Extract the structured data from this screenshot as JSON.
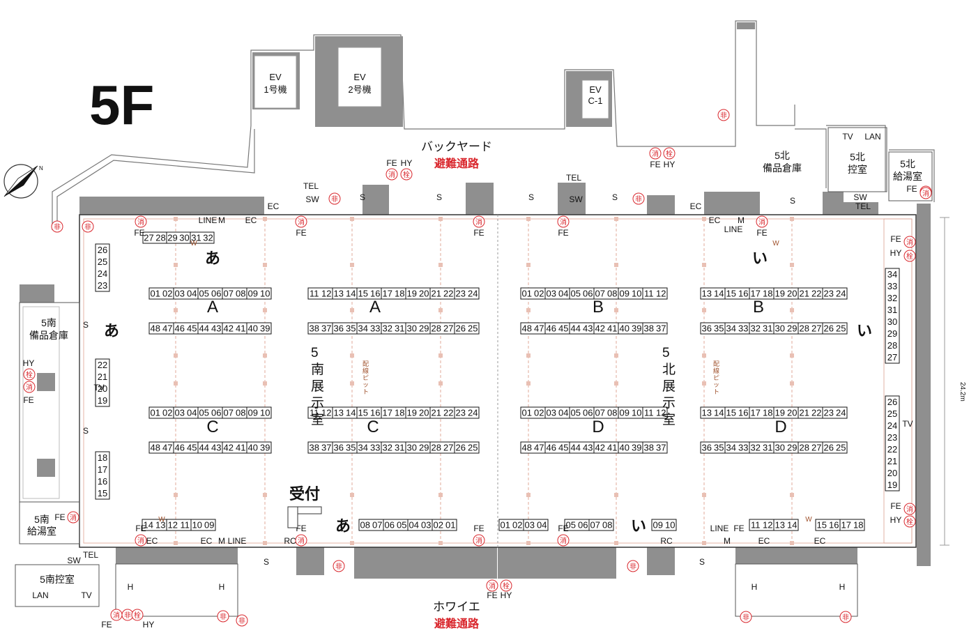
{
  "floor_label": "5F",
  "compass_label": "N",
  "elevators": {
    "ev1": [
      "EV",
      "1号機"
    ],
    "ev2": [
      "EV",
      "2号機"
    ],
    "evc": [
      "EV",
      "C-1"
    ]
  },
  "backyard": {
    "name": "バックヤード",
    "route": "避難通路"
  },
  "foyer": {
    "name": "ホワイエ",
    "route": "避難通路"
  },
  "south_hall": "5南展示室",
  "north_hall": "5北展示室",
  "wiring_pit": "配線ピット",
  "reception": "受付",
  "rooms": {
    "south_storage": [
      "5南",
      "備品倉庫"
    ],
    "south_kitchen": [
      "5南",
      "給湯室"
    ],
    "south_control": "5南控室",
    "north_storage": [
      "5北",
      "備品倉庫"
    ],
    "north_control": [
      "5北",
      "控室"
    ],
    "north_kitchen": [
      "5北",
      "給湯室"
    ]
  },
  "dimension": "24.2m",
  "symbols": {
    "exit": "非",
    "extinguisher": "消",
    "hydrant": "栓",
    "FE": "FE",
    "HY": "HY",
    "EC": "EC",
    "S": "S",
    "SW": "SW",
    "TEL": "TEL",
    "TV": "TV",
    "LAN": "LAN",
    "LINE": "LINE",
    "M": "M",
    "RC": "RC",
    "W": "W",
    "H": "H"
  },
  "zones": {
    "A": "A",
    "B": "B",
    "C": "C",
    "D": "D",
    "a": "あ",
    "i": "い"
  },
  "booth_rows": [
    {
      "id": "top-south",
      "booths": [
        "27",
        "28",
        "29",
        "30",
        "31",
        "32"
      ]
    },
    {
      "id": "a-left-upper",
      "booths": [
        "01",
        "02",
        "03",
        "04",
        "05",
        "06",
        "07",
        "08",
        "09",
        "10"
      ]
    },
    {
      "id": "a-right-upper",
      "booths": [
        "11",
        "12",
        "13",
        "14",
        "15",
        "16",
        "17",
        "18",
        "19",
        "20",
        "21",
        "22",
        "23",
        "24"
      ]
    },
    {
      "id": "b-left-upper",
      "booths": [
        "01",
        "02",
        "03",
        "04",
        "05",
        "06",
        "07",
        "08",
        "09",
        "10",
        "11",
        "12"
      ]
    },
    {
      "id": "b-right-upper",
      "booths": [
        "13",
        "14",
        "15",
        "16",
        "17",
        "18",
        "19",
        "20",
        "21",
        "22",
        "23",
        "24"
      ]
    },
    {
      "id": "a-left-lower",
      "booths": [
        "48",
        "47",
        "46",
        "45",
        "44",
        "43",
        "42",
        "41",
        "40",
        "39"
      ]
    },
    {
      "id": "a-right-lower",
      "booths": [
        "38",
        "37",
        "36",
        "35",
        "34",
        "33",
        "32",
        "31",
        "30",
        "29",
        "28",
        "27",
        "26",
        "25"
      ]
    },
    {
      "id": "b-left-lower",
      "booths": [
        "48",
        "47",
        "46",
        "45",
        "44",
        "43",
        "42",
        "41",
        "40",
        "39",
        "38",
        "37"
      ]
    },
    {
      "id": "b-right-lower",
      "booths": [
        "36",
        "35",
        "34",
        "33",
        "32",
        "31",
        "30",
        "29",
        "28",
        "27",
        "26",
        "25"
      ]
    },
    {
      "id": "c-left-upper",
      "booths": [
        "01",
        "02",
        "03",
        "04",
        "05",
        "06",
        "07",
        "08",
        "09",
        "10"
      ]
    },
    {
      "id": "c-right-upper",
      "booths": [
        "11",
        "12",
        "13",
        "14",
        "15",
        "16",
        "17",
        "18",
        "19",
        "20",
        "21",
        "22",
        "23",
        "24"
      ]
    },
    {
      "id": "d-left-upper",
      "booths": [
        "01",
        "02",
        "03",
        "04",
        "05",
        "06",
        "07",
        "08",
        "09",
        "10",
        "11",
        "12"
      ]
    },
    {
      "id": "d-right-upper",
      "booths": [
        "13",
        "14",
        "15",
        "16",
        "17",
        "18",
        "19",
        "20",
        "21",
        "22",
        "23",
        "24"
      ]
    },
    {
      "id": "c-left-lower",
      "booths": [
        "48",
        "47",
        "46",
        "45",
        "44",
        "43",
        "42",
        "41",
        "40",
        "39"
      ]
    },
    {
      "id": "c-right-lower",
      "booths": [
        "38",
        "37",
        "36",
        "35",
        "34",
        "33",
        "32",
        "31",
        "30",
        "29",
        "28",
        "27",
        "26",
        "25"
      ]
    },
    {
      "id": "d-left-lower",
      "booths": [
        "48",
        "47",
        "46",
        "45",
        "44",
        "43",
        "42",
        "41",
        "40",
        "39",
        "38",
        "37"
      ]
    },
    {
      "id": "d-right-lower",
      "booths": [
        "36",
        "35",
        "34",
        "33",
        "32",
        "31",
        "30",
        "29",
        "28",
        "27",
        "26",
        "25"
      ]
    },
    {
      "id": "bottom-south-left",
      "booths": [
        "14",
        "13",
        "12",
        "11",
        "10",
        "09"
      ]
    },
    {
      "id": "bottom-south-mid",
      "booths": [
        "08",
        "07",
        "06",
        "05",
        "04",
        "03",
        "02",
        "01"
      ]
    },
    {
      "id": "bottom-north-left",
      "booths": [
        "01",
        "02",
        "03",
        "04"
      ]
    },
    {
      "id": "bottom-north-mid",
      "booths": [
        "05",
        "06",
        "07",
        "08"
      ]
    },
    {
      "id": "bottom-north-single",
      "booths": [
        "09",
        "10"
      ]
    },
    {
      "id": "bottom-north-right1",
      "booths": [
        "11",
        "12",
        "13",
        "14"
      ]
    },
    {
      "id": "bottom-north-right2",
      "booths": [
        "15",
        "16",
        "17",
        "18"
      ]
    }
  ],
  "booth_cols": [
    {
      "id": "left-col-1",
      "booths": [
        "26",
        "25",
        "24",
        "23"
      ]
    },
    {
      "id": "left-col-2",
      "booths": [
        "22",
        "21",
        "20",
        "19"
      ]
    },
    {
      "id": "left-col-3",
      "booths": [
        "18",
        "17",
        "16",
        "15"
      ]
    },
    {
      "id": "right-col-1",
      "booths": [
        "34",
        "33",
        "32",
        "31",
        "30",
        "29",
        "28",
        "27"
      ]
    },
    {
      "id": "right-col-2",
      "booths": [
        "26",
        "25",
        "24",
        "23",
        "22",
        "21",
        "20",
        "19"
      ]
    }
  ]
}
